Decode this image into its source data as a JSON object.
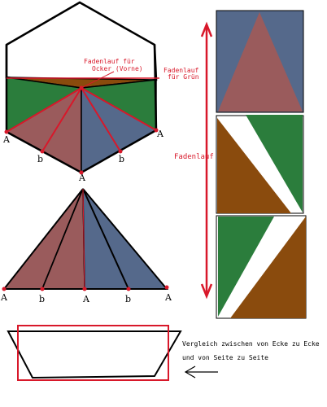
{
  "colors": {
    "ochre": "#8a4b0d",
    "green": "#2b7d3c",
    "rose": "#9a5b5c",
    "blue": "#55698b",
    "red": "#d8182a",
    "black": "#000000"
  },
  "labels": {
    "fadenlauf_ocker": [
      "Fadenlauf für",
      "Ocker (Vorne)"
    ],
    "fadenlauf_gruen": [
      "Fadenlauf",
      "für Grün"
    ],
    "fadenlauf_side": "Fadenlauf",
    "point_a": "A",
    "point_b": "b",
    "comparison": [
      "Vergleich zwischen von Ecke zu Ecke",
      "und von Seite zu Seite"
    ]
  }
}
